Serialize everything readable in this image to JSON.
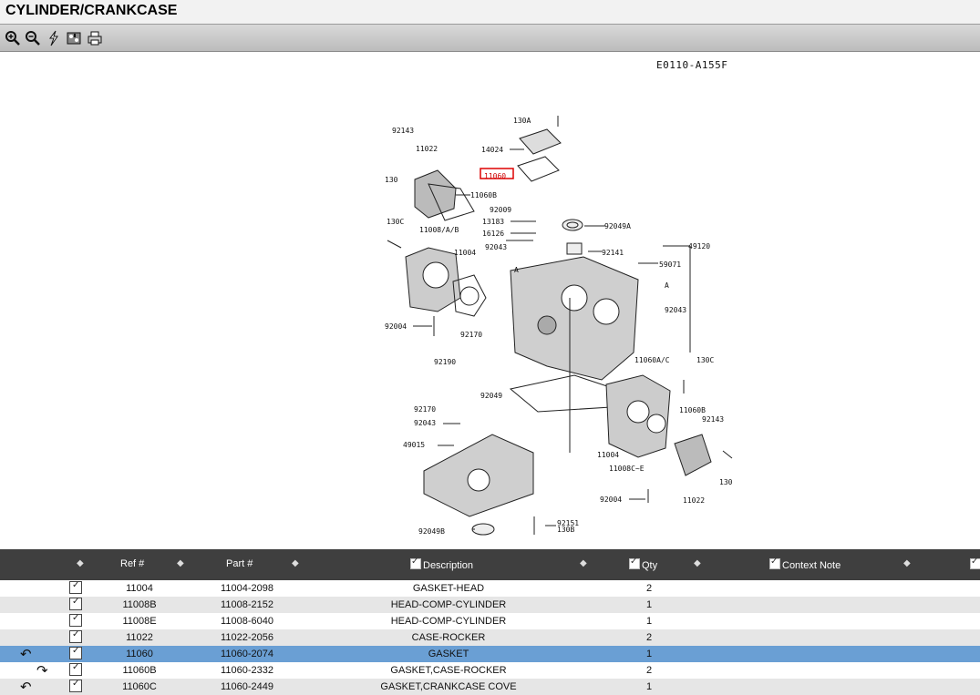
{
  "window": {
    "title": "CYLINDER/CRANKCASE"
  },
  "toolbar": {
    "icons": [
      "zoom-in-icon",
      "zoom-out-icon",
      "lightning-icon",
      "settings-icon",
      "print-icon"
    ]
  },
  "diagram": {
    "drawing_code": "E0110-A155F",
    "highlighted_part": "11060",
    "callouts": {
      "c92143a": "92143",
      "c11022a": "11022",
      "c130": "130",
      "c130A": "130A",
      "c14024": "14024",
      "c11060": "11060",
      "c11060B": "11060B",
      "c92009": "92009",
      "c13183": "13183",
      "c16126": "16126",
      "c130C": "130C",
      "c11008AB": "11008/A/B",
      "c92049A": "92049A",
      "c11004a": "11004",
      "c92043a": "92043",
      "c92141": "92141",
      "c49120": "49120",
      "c59071": "59071",
      "cA1": "A",
      "cA2": "A",
      "c92043b": "92043",
      "c92004a": "92004",
      "c92170a": "92170",
      "c92190": "92190",
      "c11060AC": "11060A/C",
      "c130Cb": "130C",
      "c92049": "92049",
      "c92170b": "92170",
      "c92043c": "92043",
      "c11060Bb": "11060B",
      "c92143b": "92143",
      "c49015": "49015",
      "c11004b": "11004",
      "c11008CE": "11008C~E",
      "c130b": "130",
      "c92004b": "92004",
      "c11022b": "11022",
      "c92151": "92151",
      "c130B": "130B",
      "c92049B": "92049B"
    }
  },
  "table": {
    "headers": {
      "ref": "Ref #",
      "part": "Part #",
      "description": "Description",
      "qty": "Qty",
      "context_note": "Context Note"
    },
    "rows": [
      {
        "ref": "11004",
        "part": "11004-2098",
        "description": "GASKET-HEAD",
        "qty": "2",
        "nav": ""
      },
      {
        "ref": "11008B",
        "part": "11008-2152",
        "description": "HEAD-COMP-CYLINDER",
        "qty": "1",
        "nav": ""
      },
      {
        "ref": "11008E",
        "part": "11008-6040",
        "description": "HEAD-COMP-CYLINDER",
        "qty": "1",
        "nav": ""
      },
      {
        "ref": "11022",
        "part": "11022-2056",
        "description": "CASE-ROCKER",
        "qty": "2",
        "nav": ""
      },
      {
        "ref": "11060",
        "part": "11060-2074",
        "description": "GASKET",
        "qty": "1",
        "nav": "back"
      },
      {
        "ref": "11060B",
        "part": "11060-2332",
        "description": "GASKET,CASE-ROCKER",
        "qty": "2",
        "nav": "forward"
      },
      {
        "ref": "11060C",
        "part": "11060-2449",
        "description": "GASKET,CRANKCASE COVE",
        "qty": "1",
        "nav": "back"
      }
    ],
    "selected_ref": "11060"
  }
}
